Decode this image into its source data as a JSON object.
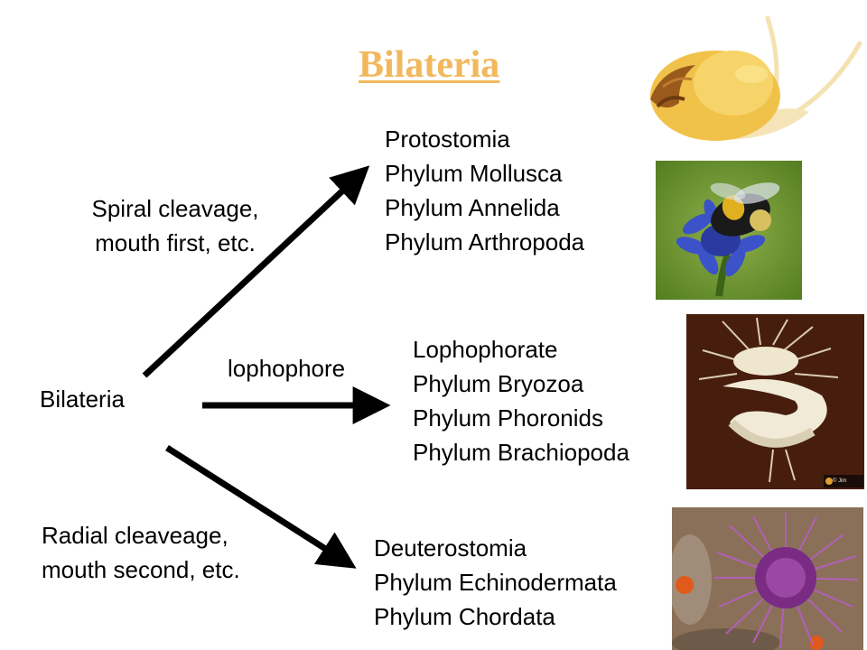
{
  "title": "Bilateria",
  "root_label": "Bilateria",
  "branches": {
    "protostomia": {
      "edge_label": [
        "Spiral cleavage,",
        "mouth first, etc."
      ],
      "items": [
        "Protostomia",
        "Phylum Mollusca",
        "Phylum Annelida",
        "Phylum Arthropoda"
      ]
    },
    "lophophorate": {
      "edge_label": [
        "lophophore"
      ],
      "items": [
        "Lophophorate",
        "Phylum  Bryozoa",
        "Phylum Phoronids",
        "Phylum Brachiopoda"
      ]
    },
    "deuterostomia": {
      "edge_label": [
        "Radial cleaveage,",
        "mouth second, etc."
      ],
      "items": [
        "Deuterostomia",
        "Phylum Echinodermata",
        "Phylum Chordata"
      ]
    }
  },
  "photos": {
    "snail": "snail-photo",
    "bee": "bee-on-cornflower-photo",
    "bryozoan": "bryozoan-photo",
    "urchin": "sea-urchin-photo"
  },
  "photo_credit": "© Jim Mastro",
  "colors": {
    "title": "#f2b85c",
    "arrow": "#000000",
    "text": "#000000"
  }
}
